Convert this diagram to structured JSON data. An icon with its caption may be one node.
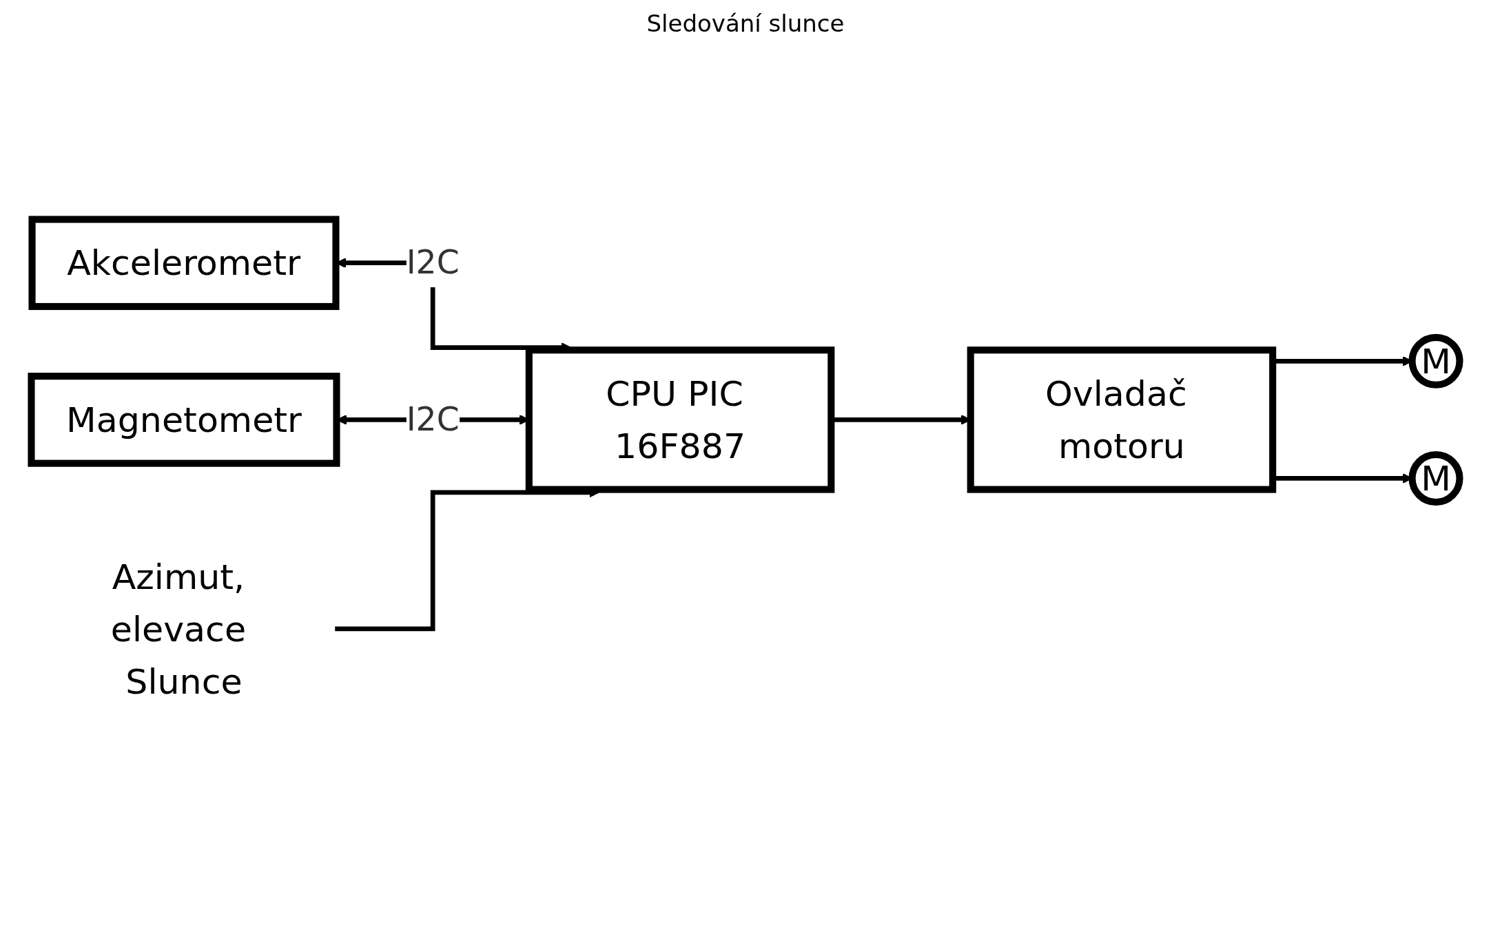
{
  "diagram": {
    "title": "Sledování slunce",
    "nodes": [
      {
        "text": [
          "Akcelerometr"
        ]
      },
      {
        "text": [
          "Magnetometr"
        ]
      },
      {
        "text": [
          "CPU PIC 16F887"
        ]
      },
      {
        "text": [
          "Azimut, elevace Slunce"
        ]
      },
      {
        "text": [
          "M"
        ]
      },
      {
        "text": [
          "Ovladač motoru"
        ]
      },
      {
        "text": [
          "M"
        ]
      }
    ],
    "edges": [
      {
        "from": 0,
        "to": 2,
        "arrow": "both",
        "label": "I2C"
      },
      {
        "from": 1,
        "to": 2,
        "arrow": "both",
        "label": "I2C"
      },
      {
        "from": 3,
        "to": 2,
        "arrow": "to"
      },
      {
        "from": 2,
        "to": 5,
        "arrow": "to"
      },
      {
        "from": 5,
        "to": 4,
        "arrow": "to"
      },
      {
        "from": 5,
        "to": 6,
        "arrow": "to"
      }
    ]
  }
}
